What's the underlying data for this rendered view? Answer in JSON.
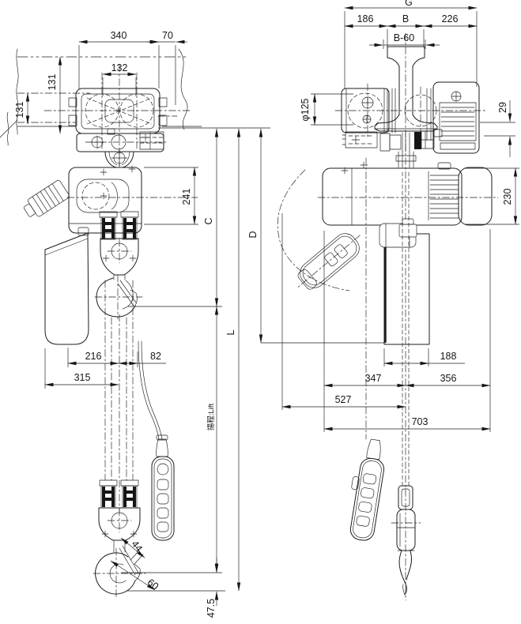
{
  "drawing": {
    "dims": {
      "trolley_width": "340",
      "trolley_overhang": "70",
      "wheel_spacing": "132",
      "flange_height": "131",
      "headroom_offset": "131",
      "body_height_front": "241",
      "c": "C",
      "l": "L",
      "d": "D",
      "lift": "揚程:Lift",
      "body_to_chain": "216",
      "chain_to_cable": "82",
      "bucket_to_chain": "315",
      "hook_opening": "44",
      "hook_width": "60",
      "hook_drop": "47.5",
      "g": "G",
      "left_186": "186",
      "b": "B",
      "right_226": "226",
      "b_minus_60": "B-60",
      "wheel_dia": "φ125",
      "tread_offset": "29",
      "body_height_side": "230",
      "container_width": "188",
      "left_347": "347",
      "right_356": "356",
      "swing_527": "527",
      "overall_703": "703"
    }
  }
}
